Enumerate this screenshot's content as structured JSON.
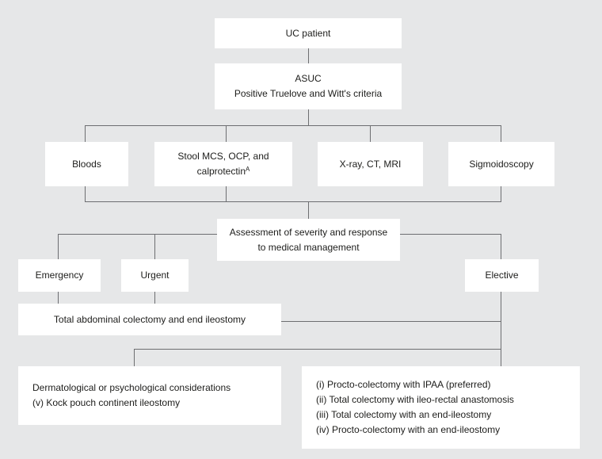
{
  "diagram": {
    "uc_patient": "UC patient",
    "asuc": {
      "title": "ASUC",
      "subtitle": "Positive Truelove and Witt's criteria"
    },
    "investigations": {
      "bloods": "Bloods",
      "stool_line1": "Stool MCS, OCP, and",
      "stool_line2": "calprotectin",
      "stool_superscript": "A",
      "imaging": "X-ray, CT, MRI",
      "sigmoidoscopy": "Sigmoidoscopy"
    },
    "assessment": {
      "line1": "Assessment of severity and response",
      "line2": "to medical management"
    },
    "emergency": "Emergency",
    "urgent": "Urgent",
    "elective": "Elective",
    "total_colectomy": "Total abdominal colectomy and end ileostomy",
    "dermatological": {
      "line1": "Dermatological or psychological considerations",
      "line2": "(v) Kock pouch continent ileostomy"
    },
    "options": [
      "(i) Procto-colectomy with IPAA (preferred)",
      "(ii) Total colectomy with ileo-rectal anastomosis",
      "(iii) Total colectomy with an end-ileostomy",
      "(iv) Procto-colectomy with an end-ileostomy"
    ],
    "line_color": "#6d6e71",
    "box_color": "#ffffff",
    "background_color": "#e6e7e8"
  }
}
